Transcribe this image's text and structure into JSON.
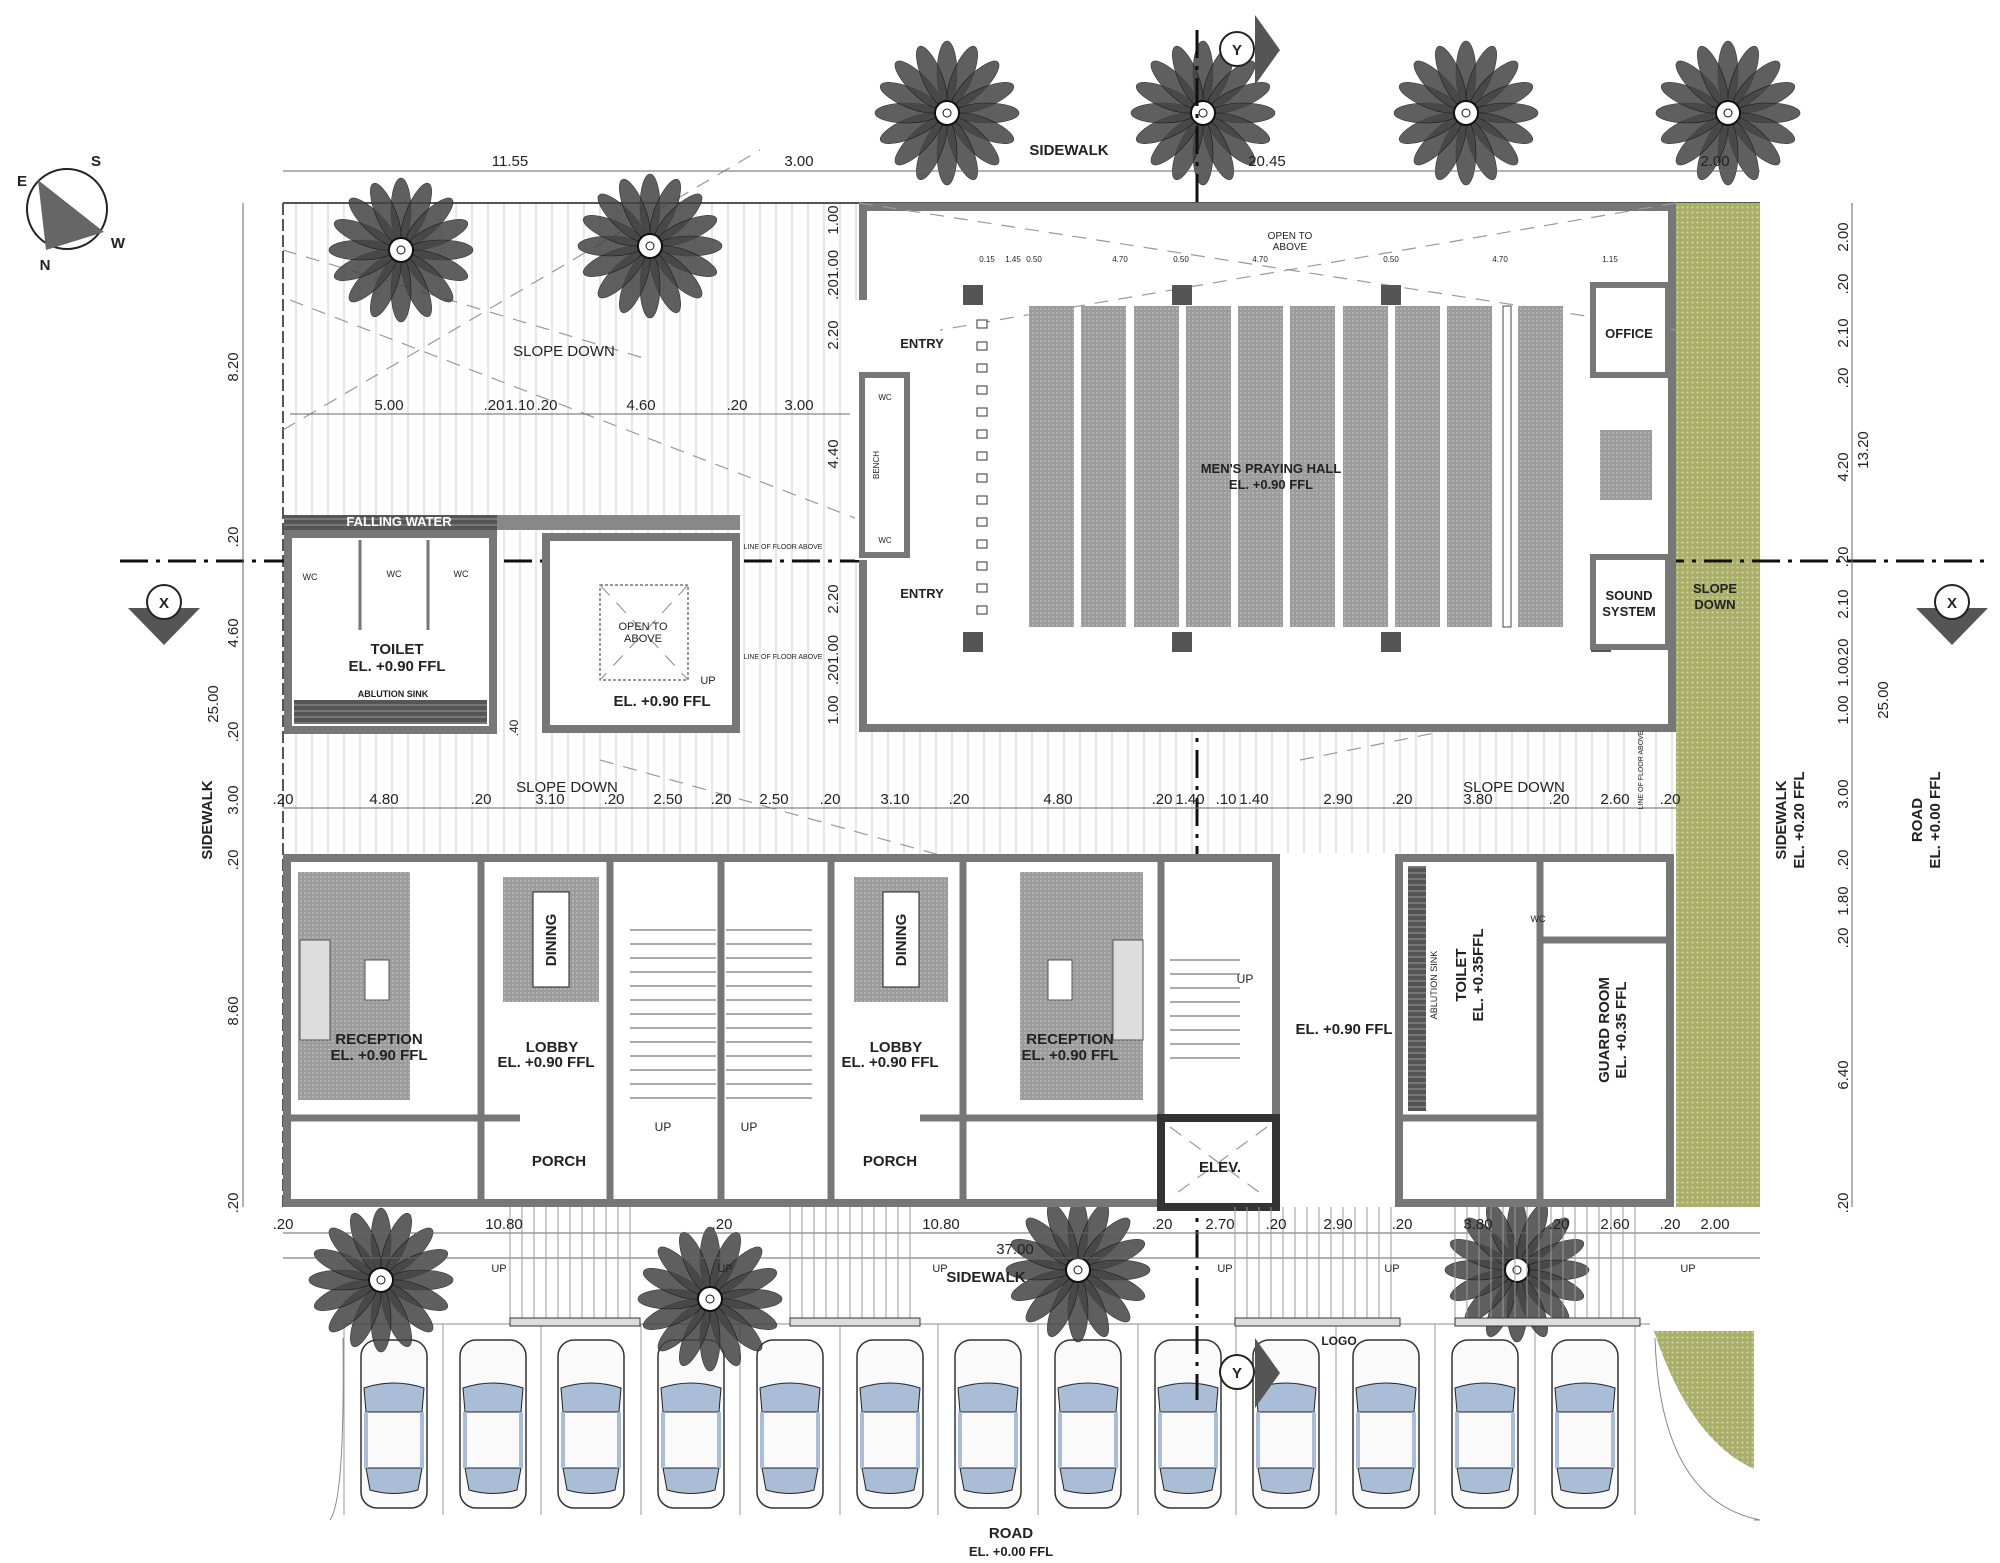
{
  "compass": {
    "labels": [
      "S",
      "W",
      "N",
      "E"
    ]
  },
  "axes": {
    "x": "X",
    "y": "Y"
  },
  "colors": {
    "landscape": "#a9ae68",
    "carpet": "#9c9c9c",
    "wall": "#bdbdbd",
    "car_glass": "#a9bdd6"
  },
  "top": {
    "sidewalk": "SIDEWALK",
    "dims": [
      "11.55",
      "3.00",
      "20.45",
      "2.00"
    ]
  },
  "upper_yard": {
    "slope_down": "SLOPE DOWN",
    "dims": [
      "5.00",
      ".20",
      "1.10",
      ".20",
      "4.60",
      ".20",
      "3.00"
    ],
    "left_dims": [
      "8.20",
      ".20",
      "4.60",
      ".20",
      "25.00"
    ]
  },
  "toilet_upper": {
    "falling_water": "FALLING WATER",
    "title": "TOILET",
    "elevation": "EL. +0.90 FFL",
    "ablution": "ABLUTION SINK",
    "wc": [
      "WC",
      "WC",
      "WC"
    ],
    "dim": ".40"
  },
  "stair_upper": {
    "open": "OPEN TO",
    "open2": "ABOVE",
    "elevation": "EL. +0.90 FFL",
    "up": "UP",
    "line_floor_above": "LINE OF FLOOR ABOVE"
  },
  "hall": {
    "title": "MEN'S PRAYING HALL",
    "elevation": "EL. +0.90 FFL",
    "open": "OPEN TO",
    "open2": "ABOVE",
    "entry": "ENTRY",
    "bench": "BENCH",
    "wc": "WC",
    "office": "OFFICE",
    "sound1": "SOUND",
    "sound2": "SYSTEM",
    "slope1": "SLOPE",
    "slope2": "DOWN",
    "line_floor_above": "LINE OF FLOOR ABOVE",
    "left_dims": [
      "1.00",
      ".201.00",
      "2.20",
      "4.40",
      "2.20",
      ".201.00",
      "1.00"
    ],
    "top_small_dims": [
      "0.15",
      "1.45",
      "0.50",
      "4.70",
      "0.50",
      "4.70",
      "0.50",
      "4.70",
      "1.15"
    ],
    "right_dims": [
      "2.00",
      ".20",
      "2.10",
      ".20",
      "4.20",
      "13.20",
      ".20",
      "2.10",
      ".20",
      "1.00",
      "1.00",
      "25.00"
    ]
  },
  "middle_yard": {
    "slope_down": "SLOPE DOWN",
    "slope_down_right": "SLOPE DOWN",
    "line_floor_above": "LINE OF FLOOR ABOVE",
    "dims": [
      ".20",
      "4.80",
      ".20",
      "3.10",
      ".20",
      "2.50",
      ".20",
      "2.50",
      ".20",
      "3.10",
      ".20",
      "4.80",
      ".20",
      "1.40",
      ".10",
      "1.40",
      "2.90",
      ".20",
      "3.80",
      ".20",
      "2.60",
      ".20"
    ]
  },
  "lower_building": {
    "reception": "RECEPTION",
    "elevation": "EL. +0.90 FFL",
    "lobby": "LOBBY",
    "dining": "DINING",
    "porch": "PORCH",
    "up": "UP",
    "elev": "ELEV.",
    "open_el": "EL. +0.90 FFL",
    "toilet": "TOILET",
    "toilet_el": "EL. +0.35FFL",
    "ablution": "ABLUTION SINK",
    "guard": "GUARD ROOM",
    "guard_el": "EL. +0.35 FFL",
    "wc": "WC"
  },
  "sides": {
    "left_sidewalk": "SIDEWALK",
    "left_dims": [
      "3.00",
      ".20",
      "8.60",
      ".20"
    ],
    "right_sidewalk": "SIDEWALK",
    "right_sidewalk_el": "EL. +0.20 FFL",
    "right_road": "ROAD",
    "right_road_el": "EL. +0.00 FFL",
    "right_dims": [
      "3.00",
      ".20",
      "1.80",
      ".20",
      "6.40",
      ".20"
    ]
  },
  "bottom": {
    "dims": [
      ".20",
      "10.80",
      ".20",
      "10.80",
      ".20",
      "2.70",
      ".20",
      "2.90",
      ".20",
      "3.80",
      ".20",
      "2.60",
      ".20",
      "2.00"
    ],
    "total": "37.00",
    "sidewalk": "SIDEWALK",
    "up": "UP",
    "logo": "LOGO",
    "road": "ROAD",
    "road_el": "EL. +0.00 FFL"
  },
  "parking": {
    "cars": 13
  }
}
